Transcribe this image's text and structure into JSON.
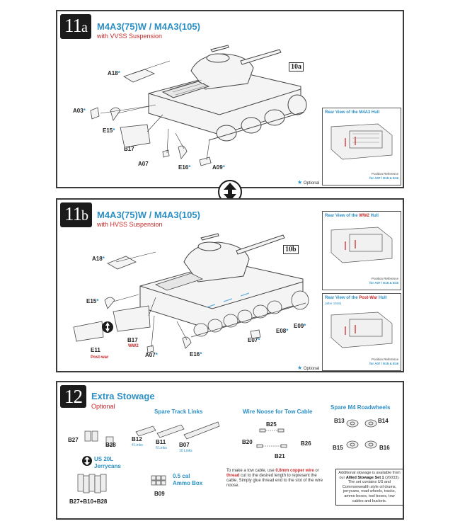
{
  "step_11a": {
    "number": "11",
    "suffix": "a",
    "title": "M4A3(75)W / M4A3(105)",
    "subtitle": "with VVSS Suspension",
    "callout": "10a",
    "parts": {
      "a18": "A18",
      "a03": "A03",
      "e15": "E15",
      "b17": "B17",
      "a07": "A07",
      "e16": "E16",
      "a09": "A09"
    },
    "inset": {
      "title": "Rear View of the M4A3 Hull",
      "position_ref_label": "Position Reference",
      "position_ref_parts": "for A07 / E15 & E16"
    },
    "optional": "Optional"
  },
  "step_11b": {
    "number": "11",
    "suffix": "b",
    "title": "M4A3(75)W / M4A3(105)",
    "subtitle": "with HVSS Suspension",
    "callout": "10b",
    "parts": {
      "a18": "A18",
      "e15": "E15",
      "b17": "B17",
      "b17_note": "WW2",
      "e11": "E11",
      "e11_note": "Post-war",
      "a07": "A07",
      "e16": "E16",
      "e07": "E07",
      "e08": "E08",
      "e09": "E09"
    },
    "inset_ww2": {
      "title_prefix": "Rear View of the ",
      "title_accent": "WW2",
      "title_suffix": " Hull",
      "position_ref_label": "Position Reference",
      "position_ref_parts": "for A07 / E15 & E16"
    },
    "inset_postwar": {
      "title_prefix": "Rear View of the ",
      "title_accent": "Post-War",
      "title_suffix": " Hull",
      "sub": "(after 1945)",
      "position_ref_label": "Position Reference",
      "position_ref_parts": "for A07 / E15 & E16"
    },
    "optional": "Optional"
  },
  "step_12": {
    "number": "12",
    "title": "Extra Stowage",
    "subtitle": "Optional",
    "spare_track": {
      "title": "Spare Track Links",
      "b12": "B12",
      "b12_sub": "4 Links",
      "b11": "B11",
      "b11_sub": "6 Links",
      "b07": "B07",
      "b07_sub": "10 Links"
    },
    "wire": {
      "title": "Wire Noose for Tow Cable",
      "b25": "B25",
      "b20": "B20",
      "b26": "B26",
      "b21": "B21"
    },
    "roadwheels": {
      "title": "Spare M4 Roadwheels",
      "b13": "B13",
      "b14": "B14",
      "b15": "B15",
      "b16": "B16"
    },
    "b27": "B27",
    "b28": "B28",
    "jerrycans_title": "US 20L\nJerrycans",
    "jerrycans_parts": "B27+B10+B28",
    "ammo_title": "0.5 cal\nAmmo Box",
    "b09": "B09",
    "tow_note": {
      "line1": "To make a tow cable, use ",
      "em1": "0.8mm copper wire",
      "line2": "or ",
      "em2": "thread",
      "line3": " cut to the desired length to represent the cable. Simply glue thread end to the slot of the wire noose."
    },
    "stowage_note": {
      "pre": "Additional stowage is available from our ",
      "bold": "Allied Stowage Set 1",
      "post": " (26033). The set contains US and Commonwealth style oil drums, jerrycans, road wheels, tracks, ammo boxes, tool boxes, tow cables and buckets."
    }
  }
}
